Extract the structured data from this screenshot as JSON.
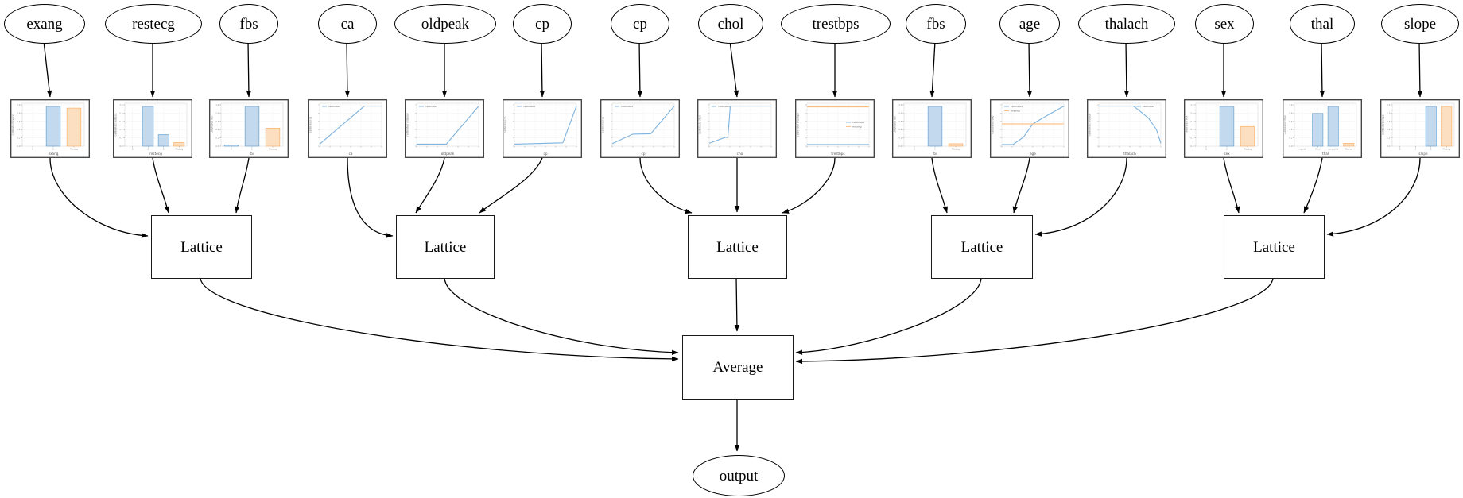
{
  "diagram": {
    "nodes": {
      "lattice_label": "Lattice",
      "average_label": "Average",
      "output_label": "output"
    },
    "legend_labels": {
      "calibrated": "calibrated",
      "missing": "missing"
    },
    "colors": {
      "edge": "#000000",
      "calibrated_line": "#7eb3dd",
      "missing_line": "#fcbe7e",
      "calibrated_bar_fill": "#c3d9ed",
      "calibrated_bar_stroke": "#6ba3d0",
      "missing_bar_fill": "#fcdec0",
      "missing_bar_stroke": "#f9b26b"
    },
    "features": [
      {
        "label": "exang",
        "chart": {
          "type": "bar",
          "x_label": "exang",
          "y_label": "calibrated exang",
          "yticks": [
            "0.0",
            "0.2",
            "0.4",
            "0.6",
            "0.8",
            "1.0"
          ],
          "categories": [
            "0",
            "1",
            "Missing"
          ],
          "bars": [
            {
              "cat": "1",
              "series": "calibrated",
              "value": 0.97
            },
            {
              "cat": "Missing",
              "series": "missing",
              "value": 0.93
            }
          ]
        }
      },
      {
        "label": "restecg",
        "chart": {
          "type": "bar",
          "x_label": "restecg",
          "y_label": "calibrated restecg",
          "yticks": [
            "0.0",
            "0.2",
            "0.4",
            "0.6",
            "0.8",
            "1.0"
          ],
          "categories": [
            "0",
            "1",
            "2",
            "Missing"
          ],
          "bars": [
            {
              "cat": "1",
              "series": "calibrated",
              "value": 0.97
            },
            {
              "cat": "2",
              "series": "calibrated",
              "value": 0.28
            },
            {
              "cat": "Missing",
              "series": "missing",
              "value": 0.09
            }
          ]
        }
      },
      {
        "label": "fbs",
        "chart": {
          "type": "bar",
          "x_label": "fbs",
          "y_label": "calibrated fbs",
          "yticks": [
            "0.0",
            "0.2",
            "0.4",
            "0.6",
            "0.8",
            "1.0"
          ],
          "categories": [
            "0",
            "1",
            "Missing"
          ],
          "bars": [
            {
              "cat": "0",
              "series": "calibrated",
              "value": 0.03
            },
            {
              "cat": "1",
              "series": "calibrated",
              "value": 0.97
            },
            {
              "cat": "Missing",
              "series": "missing",
              "value": 0.44
            }
          ]
        }
      },
      {
        "label": "ca",
        "chart": {
          "type": "line",
          "x_label": "ca",
          "y_label": "calibrated ca",
          "legend": {
            "pos": "tl",
            "entries": [
              "calibrated"
            ]
          },
          "series": [
            {
              "name": "calibrated",
              "points": [
                [
                  0,
                  0.05
                ],
                [
                  0.72,
                  0.97
                ],
                [
                  1,
                  0.97
                ]
              ]
            }
          ]
        }
      },
      {
        "label": "oldpeak",
        "chart": {
          "type": "line",
          "x_label": "oldpeak",
          "y_label": "calibrated oldpeak",
          "legend": {
            "pos": "tl",
            "entries": [
              "calibrated"
            ]
          },
          "series": [
            {
              "name": "calibrated",
              "points": [
                [
                  0,
                  0.05
                ],
                [
                  0.48,
                  0.05
                ],
                [
                  1,
                  0.97
                ]
              ]
            }
          ]
        }
      },
      {
        "label": "cp",
        "chart": {
          "type": "line",
          "x_label": "cp",
          "y_label": "calibrated cp",
          "legend": {
            "pos": "tl",
            "entries": [
              "calibrated"
            ]
          },
          "series": [
            {
              "name": "calibrated",
              "points": [
                [
                  0,
                  0.05
                ],
                [
                  0.78,
                  0.08
                ],
                [
                  1,
                  0.97
                ]
              ]
            }
          ]
        }
      },
      {
        "label": "cp",
        "chart": {
          "type": "line",
          "x_label": "cp",
          "y_label": "calibrated cp",
          "legend": {
            "pos": "tl",
            "entries": [
              "calibrated"
            ]
          },
          "series": [
            {
              "name": "calibrated",
              "points": [
                [
                  0,
                  0.06
                ],
                [
                  0.33,
                  0.29
                ],
                [
                  0.62,
                  0.3
                ],
                [
                  1,
                  0.97
                ]
              ]
            }
          ]
        }
      },
      {
        "label": "chol",
        "chart": {
          "type": "line",
          "x_label": "chol",
          "y_label": "calibrated chol",
          "legend": {
            "pos": "tl",
            "entries": [
              "calibrated"
            ]
          },
          "series": [
            {
              "name": "calibrated",
              "points": [
                [
                  0,
                  0.07
                ],
                [
                  0.27,
                  0.22
                ],
                [
                  0.3,
                  0.2
                ],
                [
                  0.34,
                  0.97
                ],
                [
                  1,
                  0.97
                ]
              ]
            }
          ]
        }
      },
      {
        "label": "trestbps",
        "chart": {
          "type": "line",
          "x_label": "trestbps",
          "y_label": "calibrated trestbps",
          "legend": {
            "pos": "mr",
            "entries": [
              "calibrated",
              "missing"
            ]
          },
          "series": [
            {
              "name": "calibrated",
              "points": [
                [
                  0,
                  0.04
                ],
                [
                  1,
                  0.04
                ]
              ]
            },
            {
              "name": "missing",
              "points": [
                [
                  0,
                  0.95
                ],
                [
                  1,
                  0.95
                ]
              ]
            }
          ]
        }
      },
      {
        "label": "fbs",
        "chart": {
          "type": "bar",
          "x_label": "fbs",
          "y_label": "calibrated fbs",
          "yticks": [
            "0.0",
            "0.2",
            "0.4",
            "0.6",
            "0.8",
            "1.0"
          ],
          "categories": [
            "0",
            "1",
            "Missing"
          ],
          "bars": [
            {
              "cat": "1",
              "series": "calibrated",
              "value": 0.97
            },
            {
              "cat": "Missing",
              "series": "missing",
              "value": 0.06
            }
          ]
        }
      },
      {
        "label": "age",
        "chart": {
          "type": "line",
          "x_label": "age",
          "y_label": "calibrated age",
          "legend": {
            "pos": "tl",
            "entries": [
              "calibrated",
              "missing"
            ]
          },
          "series": [
            {
              "name": "calibrated",
              "points": [
                [
                  0,
                  0.04
                ],
                [
                  0.18,
                  0.04
                ],
                [
                  0.35,
                  0.22
                ],
                [
                  0.5,
                  0.54
                ],
                [
                  0.75,
                  0.76
                ],
                [
                  1,
                  0.97
                ]
              ]
            },
            {
              "name": "missing",
              "points": [
                [
                  0,
                  0.54
                ],
                [
                  1,
                  0.54
                ]
              ]
            }
          ]
        }
      },
      {
        "label": "thalach",
        "chart": {
          "type": "line",
          "x_label": "thalach",
          "y_label": "calibrated thalach",
          "legend": {
            "pos": "tr",
            "entries": [
              "calibrated"
            ]
          },
          "series": [
            {
              "name": "calibrated",
              "points": [
                [
                  0,
                  0.97
                ],
                [
                  0.56,
                  0.97
                ],
                [
                  0.8,
                  0.68
                ],
                [
                  0.93,
                  0.4
                ],
                [
                  1,
                  0.07
                ]
              ]
            }
          ]
        }
      },
      {
        "label": "sex",
        "chart": {
          "type": "bar",
          "x_label": "sex",
          "y_label": "calibrated sex",
          "yticks": [
            "0.0",
            "0.2",
            "0.4",
            "0.6",
            "0.8",
            "1.0"
          ],
          "categories": [
            "0",
            "1",
            "Missing"
          ],
          "bars": [
            {
              "cat": "1",
              "series": "calibrated",
              "value": 0.97
            },
            {
              "cat": "Missing",
              "series": "missing",
              "value": 0.48
            }
          ]
        }
      },
      {
        "label": "thal",
        "chart": {
          "type": "bar",
          "x_label": "thal",
          "y_label": "calibrated thal",
          "yticks": [
            "0.0",
            "0.2",
            "0.4",
            "0.6",
            "0.8",
            "1.0"
          ],
          "categories": [
            "normal",
            "fixed",
            "reversible",
            "Missing"
          ],
          "bars": [
            {
              "cat": "fixed",
              "series": "calibrated",
              "value": 0.8
            },
            {
              "cat": "reversible",
              "series": "calibrated",
              "value": 0.97
            },
            {
              "cat": "Missing",
              "series": "missing",
              "value": 0.07
            }
          ]
        }
      },
      {
        "label": "slope",
        "chart": {
          "type": "bar",
          "x_label": "slope",
          "y_label": "calibrated slope",
          "yticks": [
            "0.0",
            "0.2",
            "0.4",
            "0.6",
            "0.8",
            "1.0"
          ],
          "categories": [
            "0",
            "1",
            "2",
            "Missing"
          ],
          "bars": [
            {
              "cat": "2",
              "series": "calibrated",
              "value": 0.97
            },
            {
              "cat": "Missing",
              "series": "missing",
              "value": 0.97
            }
          ]
        }
      }
    ]
  }
}
